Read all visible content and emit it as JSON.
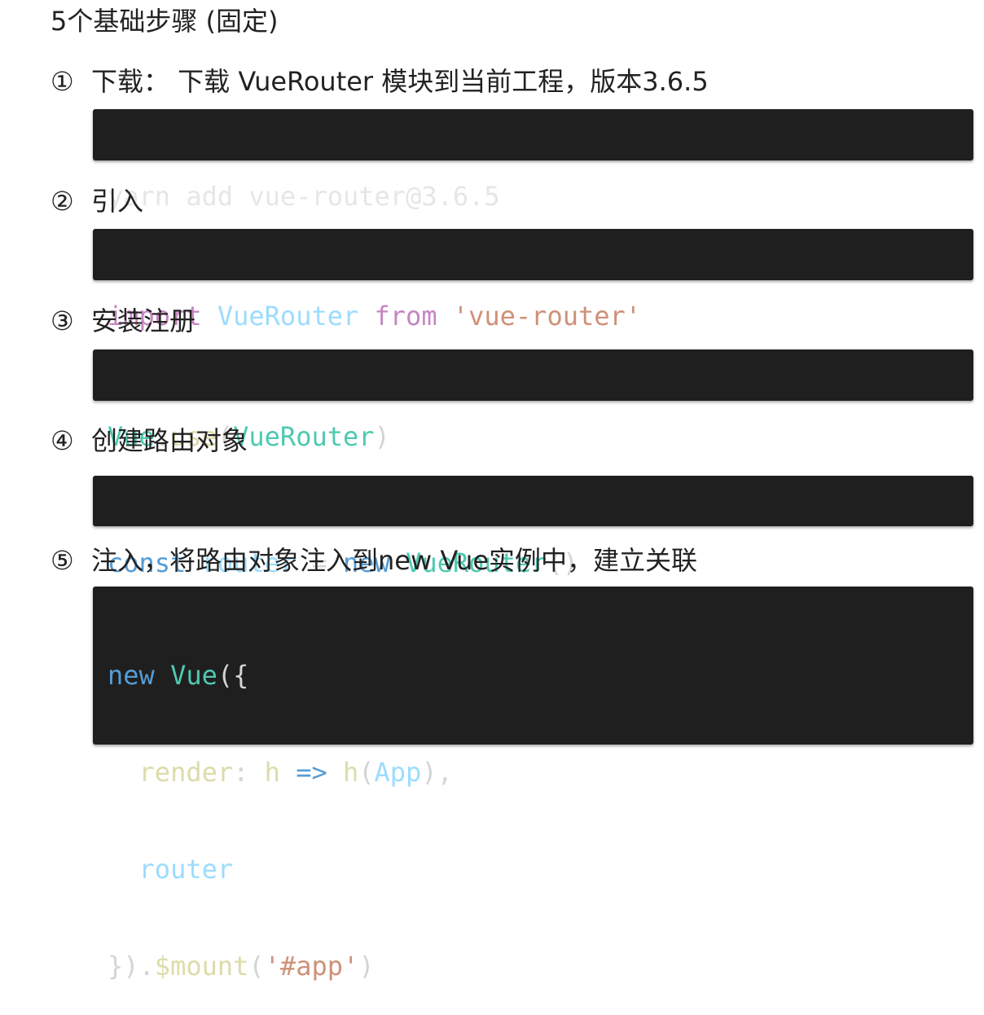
{
  "heading": "5个基础步骤 (固定)",
  "steps": [
    {
      "num": "①",
      "text": "下载： 下载 VueRouter 模块到当前工程，版本3.6.5"
    },
    {
      "num": "②",
      "text": "引入"
    },
    {
      "num": "③",
      "text": "安装注册"
    },
    {
      "num": "④",
      "text": "创建路由对象"
    },
    {
      "num": "⑤",
      "text": "注入，将路由对象注入到new Vue实例中，建立关联"
    }
  ],
  "code1": {
    "line": "yarn add vue-router@3.6.5"
  },
  "code2": {
    "kw_import": "import",
    "cls": "VueRouter",
    "kw_from": "from",
    "str": "'vue-router'"
  },
  "code3": {
    "obj": "Vue",
    "dot": ".",
    "method": "use",
    "open": "(",
    "arg": "VueRouter",
    "close": ")"
  },
  "code4": {
    "kw": "const",
    "var": "router",
    "eq": "=",
    "kw_new": "new",
    "cls": "VueRouter",
    "parens": "()"
  },
  "code5": {
    "l1_kw": "new",
    "l1_cls": "Vue",
    "l1_punc": "({",
    "l2_prop": "render",
    "l2_colon": ":",
    "l2_param": "h",
    "l2_arrow": "=>",
    "l2_fn": "h",
    "l2_open": "(",
    "l2_arg": "App",
    "l2_close": "),",
    "l3_var": "router",
    "l4_close": "}).",
    "l4_fn": "$mount",
    "l4_open": "(",
    "l4_str": "'#app'",
    "l4_close2": ")"
  }
}
